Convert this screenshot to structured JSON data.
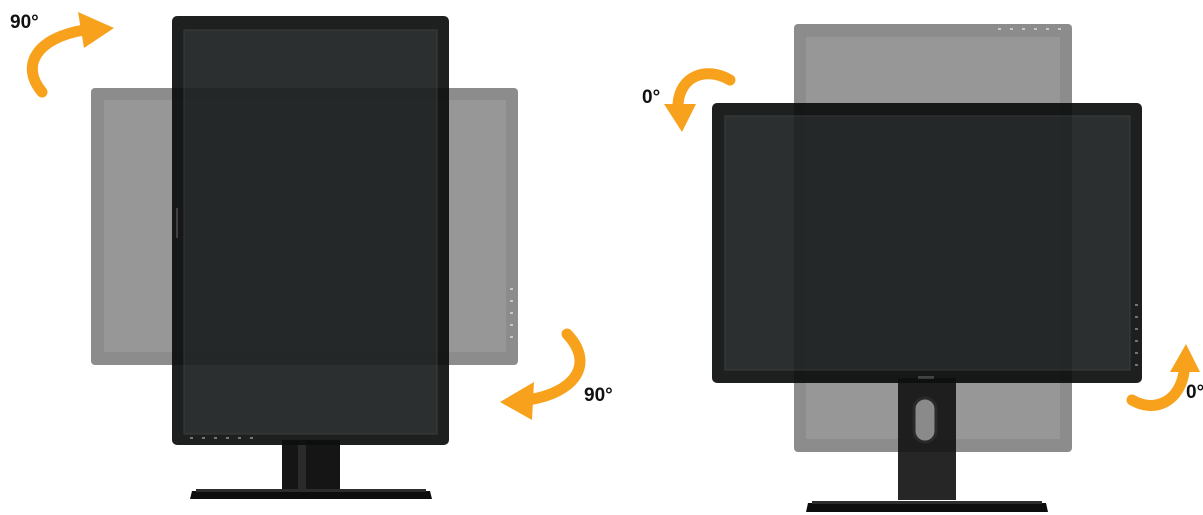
{
  "left_illustration": {
    "angle_top_label": "90°",
    "angle_bottom_label": "90°"
  },
  "right_illustration": {
    "angle_top_label": "0°",
    "angle_bottom_label": "0°"
  },
  "colors": {
    "arrow": "#f7a11c",
    "monitor_bezel": "#0d0f0f",
    "monitor_screen": "#1d2021",
    "ghost_monitor": "#8e8e8e",
    "ghost_screen": "#9a9a9a"
  },
  "icons": [
    "rotate-arrow-icon"
  ]
}
